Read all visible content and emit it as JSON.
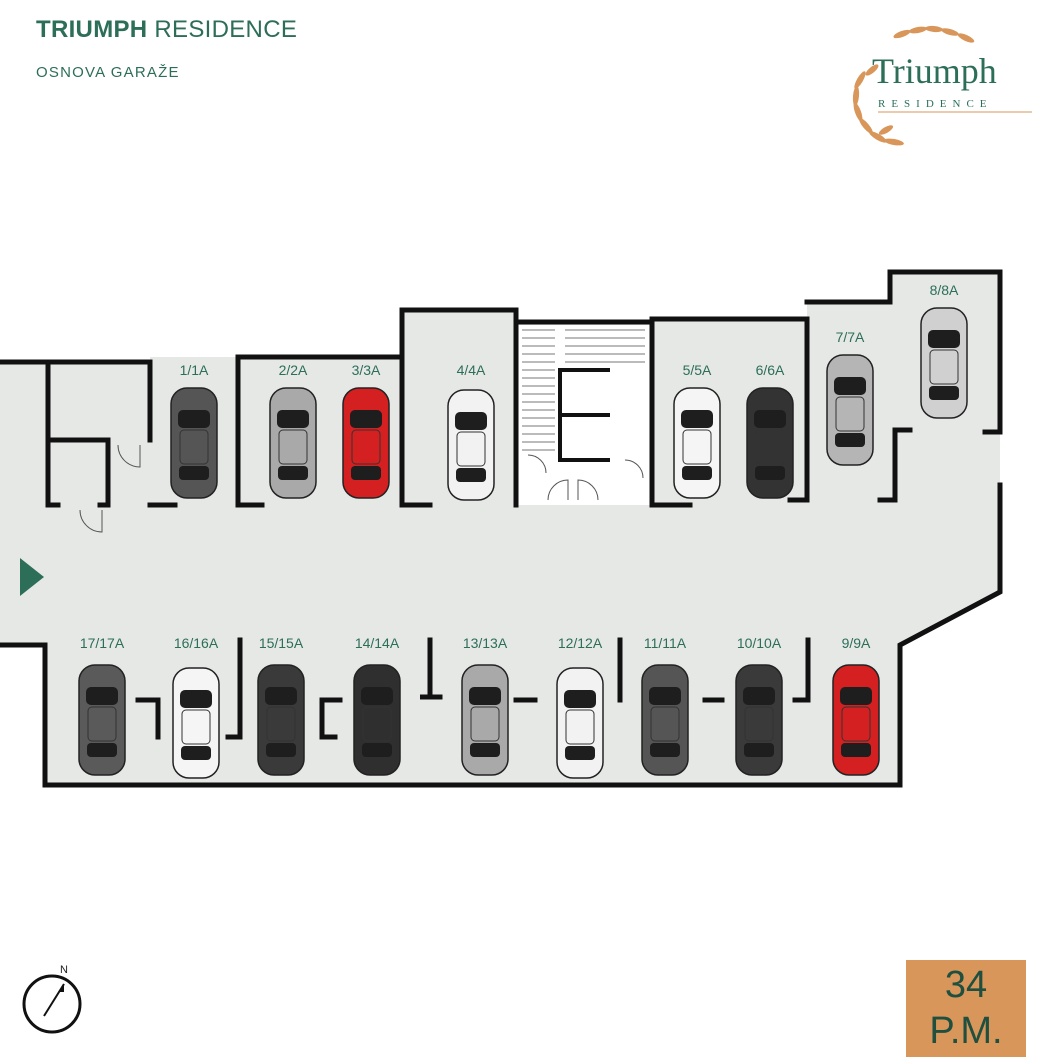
{
  "header": {
    "title_bold": "TRIUMPH",
    "title_light": "RESIDENCE",
    "subtitle": "OSNOVA GARAŽE"
  },
  "logo": {
    "name": "Triumph",
    "sub": "RESIDENCE"
  },
  "parking_spots": [
    {
      "label": "1/1A",
      "car_color": "#555555"
    },
    {
      "label": "2/2A",
      "car_color": "#a9a9a9"
    },
    {
      "label": "3/3A",
      "car_color": "#d42020"
    },
    {
      "label": "4/4A",
      "car_color": "#f2f2f2"
    },
    {
      "label": "5/5A",
      "car_color": "#f5f5f5"
    },
    {
      "label": "6/6A",
      "car_color": "#333333"
    },
    {
      "label": "7/7A",
      "car_color": "#b5b5b5"
    },
    {
      "label": "8/8A",
      "car_color": "#d0d0d0"
    },
    {
      "label": "9/9A",
      "car_color": "#d42020"
    },
    {
      "label": "10/10A",
      "car_color": "#3a3a3a"
    },
    {
      "label": "11/11A",
      "car_color": "#555555"
    },
    {
      "label": "12/12A",
      "car_color": "#f2f2f2"
    },
    {
      "label": "13/13A",
      "car_color": "#a9a9a9"
    },
    {
      "label": "14/14A",
      "car_color": "#2f2f2f"
    },
    {
      "label": "15/15A",
      "car_color": "#3a3a3a"
    },
    {
      "label": "16/16A",
      "car_color": "#f5f5f5"
    },
    {
      "label": "17/17A",
      "car_color": "#5a5a5a"
    }
  ],
  "badge": {
    "count": "34",
    "unit": "P.M."
  },
  "compass": {
    "north_label": "N"
  },
  "colors": {
    "brand_green": "#2c6e58",
    "badge_orange": "#d9965a",
    "floor": "#e6e8e6",
    "wall": "#111111",
    "logo_wheat": "#d9965a"
  },
  "icons": {
    "entrance": "entrance-arrow-icon",
    "compass": "compass-icon",
    "wheat": "wheat-wreath-icon"
  }
}
